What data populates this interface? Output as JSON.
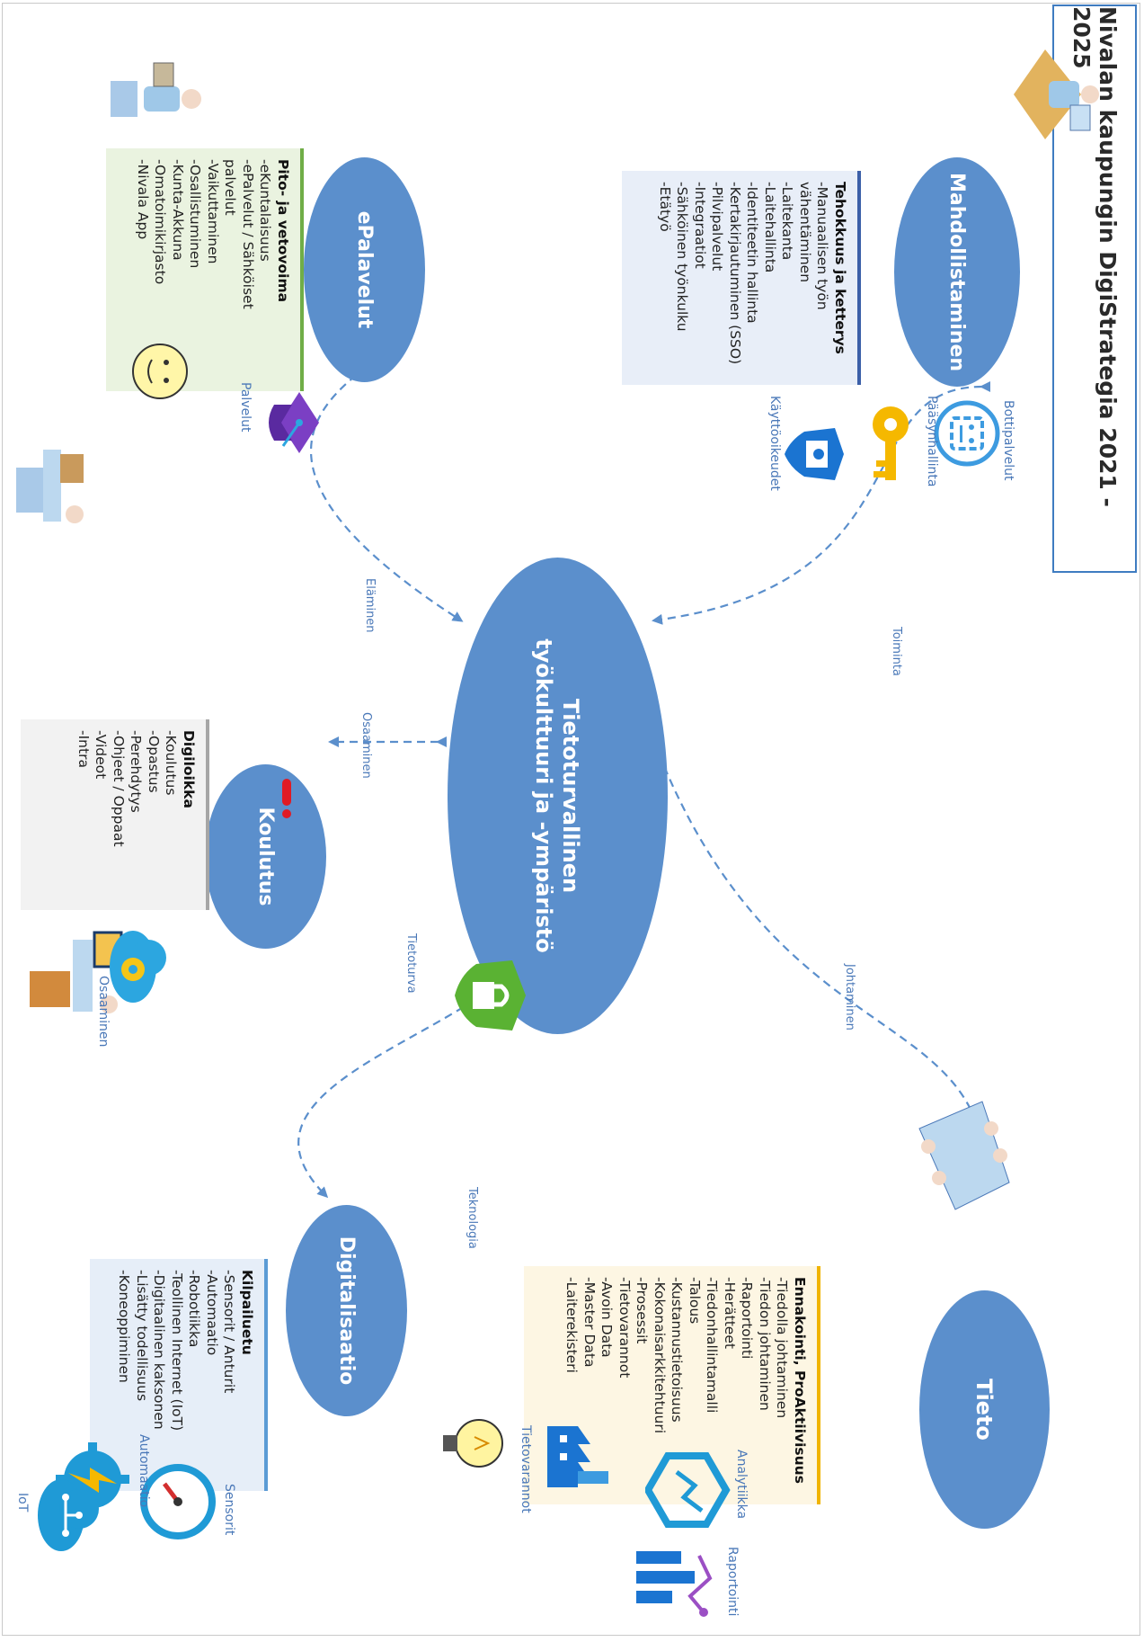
{
  "title": "Nivalan kaupungin DigiStrategia 2021 - 2025",
  "center": {
    "line1": "Tietoturvallinen",
    "line2": "työkulttuuri ja -ympäristö"
  },
  "nodes": {
    "mahdollistaminen": "Mahdollistaminen",
    "epalvelut": "ePalavelut",
    "koulutus": "Koulutus",
    "tieto": "Tieto",
    "digitalisaatio": "Digitalisaatio"
  },
  "edges": {
    "toiminta": "Toiminta",
    "elaminen": "Eläminen",
    "osaaminen": "Osaaminen",
    "johtaminen": "Johtaminen",
    "teknologia": "Teknologia",
    "tietoturva": "Tietoturva"
  },
  "panels": {
    "tehokkuus": {
      "heading": "Tehokkuus ja ketterys",
      "items": [
        "-Manuaalisen työn",
        "vähentäminen",
        "-Laitekanta",
        "-Laitehallinta",
        "-Identiteetin hallinta",
        "-Kertakirjautuminen (SSO)",
        "-Pilvipalvelut",
        "-Integraatiot",
        "-Sähköinen työnkulku",
        "-Etätyö"
      ]
    },
    "pito": {
      "heading": "Pito- ja vetovoima",
      "items": [
        "-eKuntalaisuus",
        "-ePalvelut / Sähköiset",
        "palvelut",
        "-Vaikuttaminen",
        "-Osallistuminen",
        "-Kunta-Akkuna",
        "-Omatoimikirjasto",
        "-Nivala App"
      ]
    },
    "digiloikka": {
      "heading": "Digiloikka",
      "items": [
        "-Koulutus",
        "-Opastus",
        "-Perehdytys",
        "-Ohjeet / Oppaat",
        "-Videot",
        "-Intra"
      ]
    },
    "ennakointi": {
      "heading": "Ennakointi, ProAktiivisuus",
      "items": [
        "-Tiedolla johtaminen",
        "-Tiedon johtaminen",
        "-Raportointi",
        "-Herätteet",
        "-Tiedonhallintamalli",
        "-Talous",
        "-Kustannustietoisuus",
        "-Kokonaisarkkitehtuuri",
        "-Prosessit",
        "-Tietovarannot",
        "-Avoin Data",
        "-Master Data",
        "-Laiterekisteri"
      ]
    },
    "kilpailuetu": {
      "heading": "Kilpailuetu",
      "items": [
        "-Sensorit / Anturit",
        "-Automaatio",
        "-Robotiikka",
        "-Teollinen Internet (IoT)",
        "-Digitaalinen kaksonen",
        "-Lisätty todellisuus",
        "-Koneoppiminen"
      ]
    }
  },
  "icon_labels": {
    "bottipalvelut": "Bottipalvelut",
    "paasynhallinta": "Pääsynhallinta",
    "kayttooikeudet": "Käyttöoikeudet",
    "palvelut": "Palvelut",
    "osaaminen": "Osaaminen",
    "tietovarannot": "Tietovarannot",
    "analytiikka": "Analytiikka",
    "raportointi": "Raportointi",
    "automaatio": "Automaatio",
    "sensorit": "Sensorit",
    "iot": "IoT"
  },
  "colors": {
    "node_fill": "#5b8fcc",
    "arrow": "#5b8fcc",
    "tehokkuus_bg": "#e8eef8",
    "tehokkuus_bar": "#3b5fa8",
    "pito_bg": "#eaf3e0",
    "pito_bar": "#70ad47",
    "digiloikka_bg": "#f2f2f2",
    "digiloikka_bar": "#a6a6a6",
    "ennakointi_bg": "#fdf6e3",
    "ennakointi_bar": "#f0b400",
    "kilpailuetu_bg": "#e6eef8",
    "kilpailuetu_bar": "#5b9bd5"
  }
}
